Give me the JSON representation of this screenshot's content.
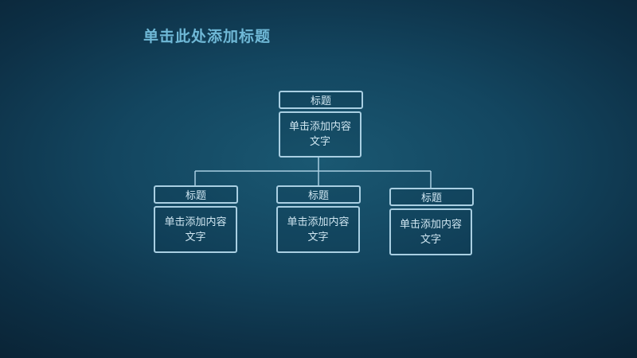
{
  "title": "单击此处添加标题",
  "root": {
    "label": "标题",
    "body": "单击添加内容文字"
  },
  "children": [
    {
      "label": "标题",
      "body": "单击添加内容文字"
    },
    {
      "label": "标题",
      "body": "单击添加内容文字"
    },
    {
      "label": "标题",
      "body": "单击添加内容文字"
    }
  ],
  "colors": {
    "stroke": "#a9cfe2",
    "text": "#cfe6f1",
    "title": "#6fb8d6"
  }
}
